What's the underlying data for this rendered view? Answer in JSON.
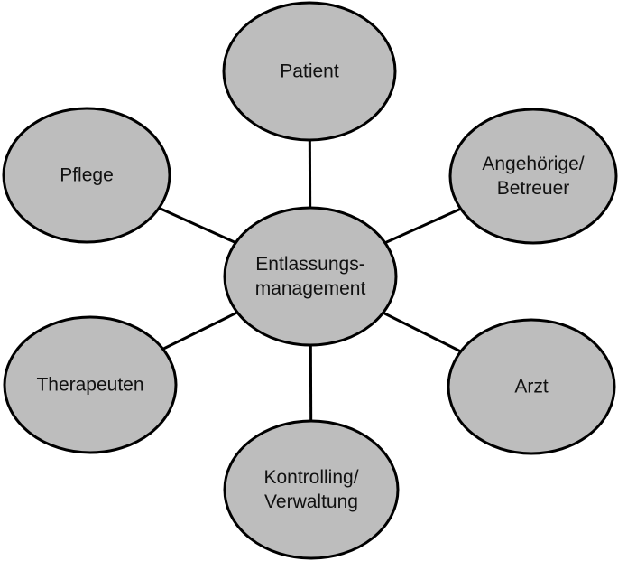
{
  "diagram": {
    "type": "hub-and-spoke",
    "colors": {
      "node_fill": "#bdbdbd",
      "stroke": "#000000",
      "text": "#111111"
    },
    "center": {
      "id": "entlassungsmanagement",
      "lines": [
        "Entlassungs-",
        "management"
      ]
    },
    "nodes": [
      {
        "id": "patient",
        "lines": [
          "Patient"
        ]
      },
      {
        "id": "angehoerige-betreuer",
        "lines": [
          "Angehörige/",
          "Betreuer"
        ]
      },
      {
        "id": "arzt",
        "lines": [
          "Arzt"
        ]
      },
      {
        "id": "kontrolling-verwaltung",
        "lines": [
          "Kontrolling/",
          "Verwaltung"
        ]
      },
      {
        "id": "therapeuten",
        "lines": [
          "Therapeuten"
        ]
      },
      {
        "id": "pflege",
        "lines": [
          "Pflege"
        ]
      }
    ]
  }
}
